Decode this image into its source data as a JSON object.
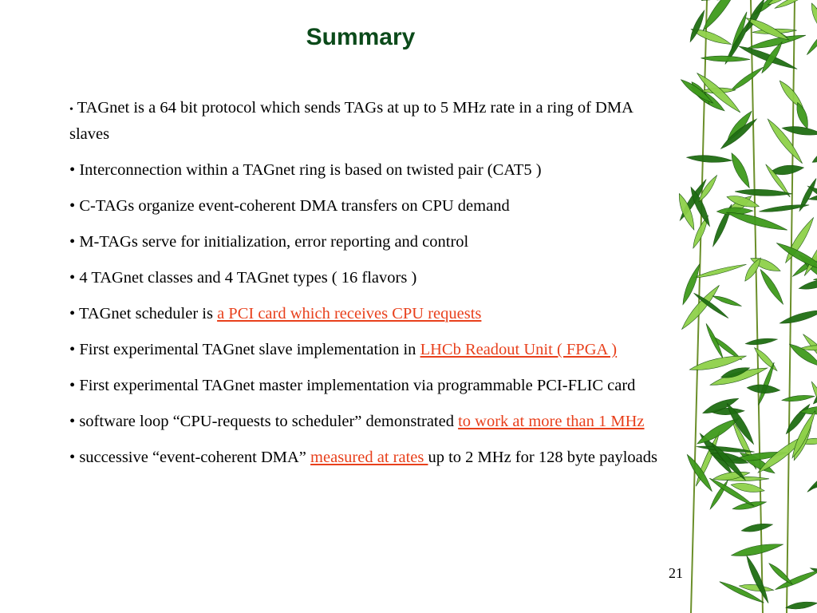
{
  "slide": {
    "title": "Summary",
    "page_number": "21",
    "link_color": "#e8401c",
    "title_color": "#0b4a1a"
  },
  "bullets": [
    {
      "dot": "•",
      "pre": " TAGnet is a 64 bit protocol which sends TAGs at up to 5 MHz  rate in a ring of DMA slaves",
      "link": "",
      "post": ""
    },
    {
      "dot": "•",
      "pre": " Interconnection within a TAGnet ring is based on twisted pair (CAT5 )",
      "link": "",
      "post": ""
    },
    {
      "dot": "•",
      "pre": " C-TAGs  organize  event-coherent DMA transfers on  CPU demand",
      "link": "",
      "post": ""
    },
    {
      "dot": "•",
      "pre": " M-TAGs serve  for initialization, error reporting and control",
      "link": "",
      "post": ""
    },
    {
      "dot": "•",
      "pre": " 4 TAGnet classes and 4 TAGnet  types ( 16 flavors )",
      "link": "",
      "post": ""
    },
    {
      "dot": "•",
      "pre": " TAGnet scheduler  is ",
      "link": "a  PCI card which receives CPU  requests",
      "post": ""
    },
    {
      "dot": "•",
      "pre": " First experimental TAGnet slave implementation  in  ",
      "link": "LHCb Readout Unit  ( FPGA )",
      "post": ""
    },
    {
      "dot": "•",
      "pre": " First experimental TAGnet master implementation via programmable PCI-FLIC card",
      "link": "",
      "post": ""
    },
    {
      "dot": "•",
      "pre": " software  loop “CPU-requests to scheduler” demonstrated ",
      "link": "to  work at more than 1 MHz",
      "post": ""
    },
    {
      "dot": "•",
      "pre": " successive  “event-coherent DMA”  ",
      "link": "measured at rates ",
      "post": "up to 2 MHz for 128 byte payloads"
    }
  ],
  "decoration": {
    "icon": "bamboo-leaves-icon",
    "leaf_dark": "#1f6e12",
    "leaf_mid": "#3f9a1c",
    "leaf_light": "#8fd14a"
  }
}
